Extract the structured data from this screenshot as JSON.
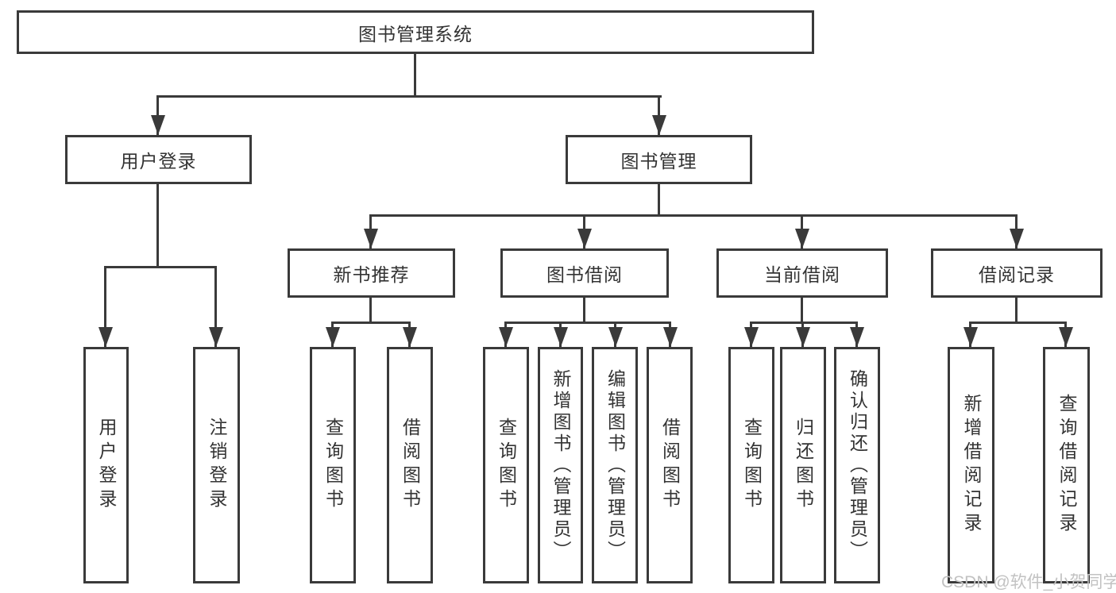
{
  "diagram": {
    "root": {
      "label": "图书管理系统"
    },
    "branches": {
      "user_login": {
        "label": "用户登录",
        "children": [
          {
            "label": "用户登录"
          },
          {
            "label": "注销登录"
          }
        ]
      },
      "book_management": {
        "label": "图书管理",
        "sections": [
          {
            "label": "新书推荐",
            "children": [
              {
                "label": "查询图书"
              },
              {
                "label": "借阅图书"
              }
            ]
          },
          {
            "label": "图书借阅",
            "children": [
              {
                "label": "查询图书"
              },
              {
                "label": "新增图书（管理员）"
              },
              {
                "label": "编辑图书（管理员）"
              },
              {
                "label": "借阅图书"
              }
            ]
          },
          {
            "label": "当前借阅",
            "children": [
              {
                "label": "查询图书"
              },
              {
                "label": "归还图书"
              },
              {
                "label": "确认归还（管理员）"
              }
            ]
          },
          {
            "label": "借阅记录",
            "children": [
              {
                "label": "新增借阅记录"
              },
              {
                "label": "查询借阅记录"
              }
            ]
          }
        ]
      }
    }
  },
  "watermark": {
    "text": "CSDN @软件_小贺同学"
  },
  "colors": {
    "line": "#3a3a3a",
    "text": "#333333",
    "watermark": "#c2c2c2",
    "background": "#ffffff"
  }
}
